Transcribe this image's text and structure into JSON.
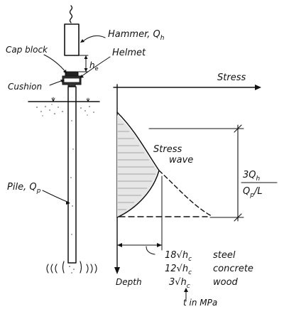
{
  "labels": {
    "hammer": "Hammer, Q",
    "hammer_sub": "h",
    "cap_block": "Cap block",
    "helmet": "Helmet",
    "drop_height": "h",
    "drop_height_sub": "e",
    "cushion": "Cushion",
    "pile": "Pile, Q",
    "pile_sub": "p",
    "stress_axis": "Stress",
    "depth_axis": "Depth",
    "stress_wave_1": "Stress",
    "stress_wave_2": "wave",
    "amp_num_1": "3Q",
    "amp_num_1_sub": "h",
    "amp_den": "Q",
    "amp_den_sub": "p",
    "amp_den_tail": "/L"
  },
  "stress_table": [
    {
      "coef": "18√h",
      "sub": "c",
      "material": "steel"
    },
    {
      "coef": "12√h",
      "sub": "c",
      "material": "concrete"
    },
    {
      "coef": "3√h",
      "sub": "c",
      "material": "wood"
    }
  ],
  "units_note": "t in MPa"
}
